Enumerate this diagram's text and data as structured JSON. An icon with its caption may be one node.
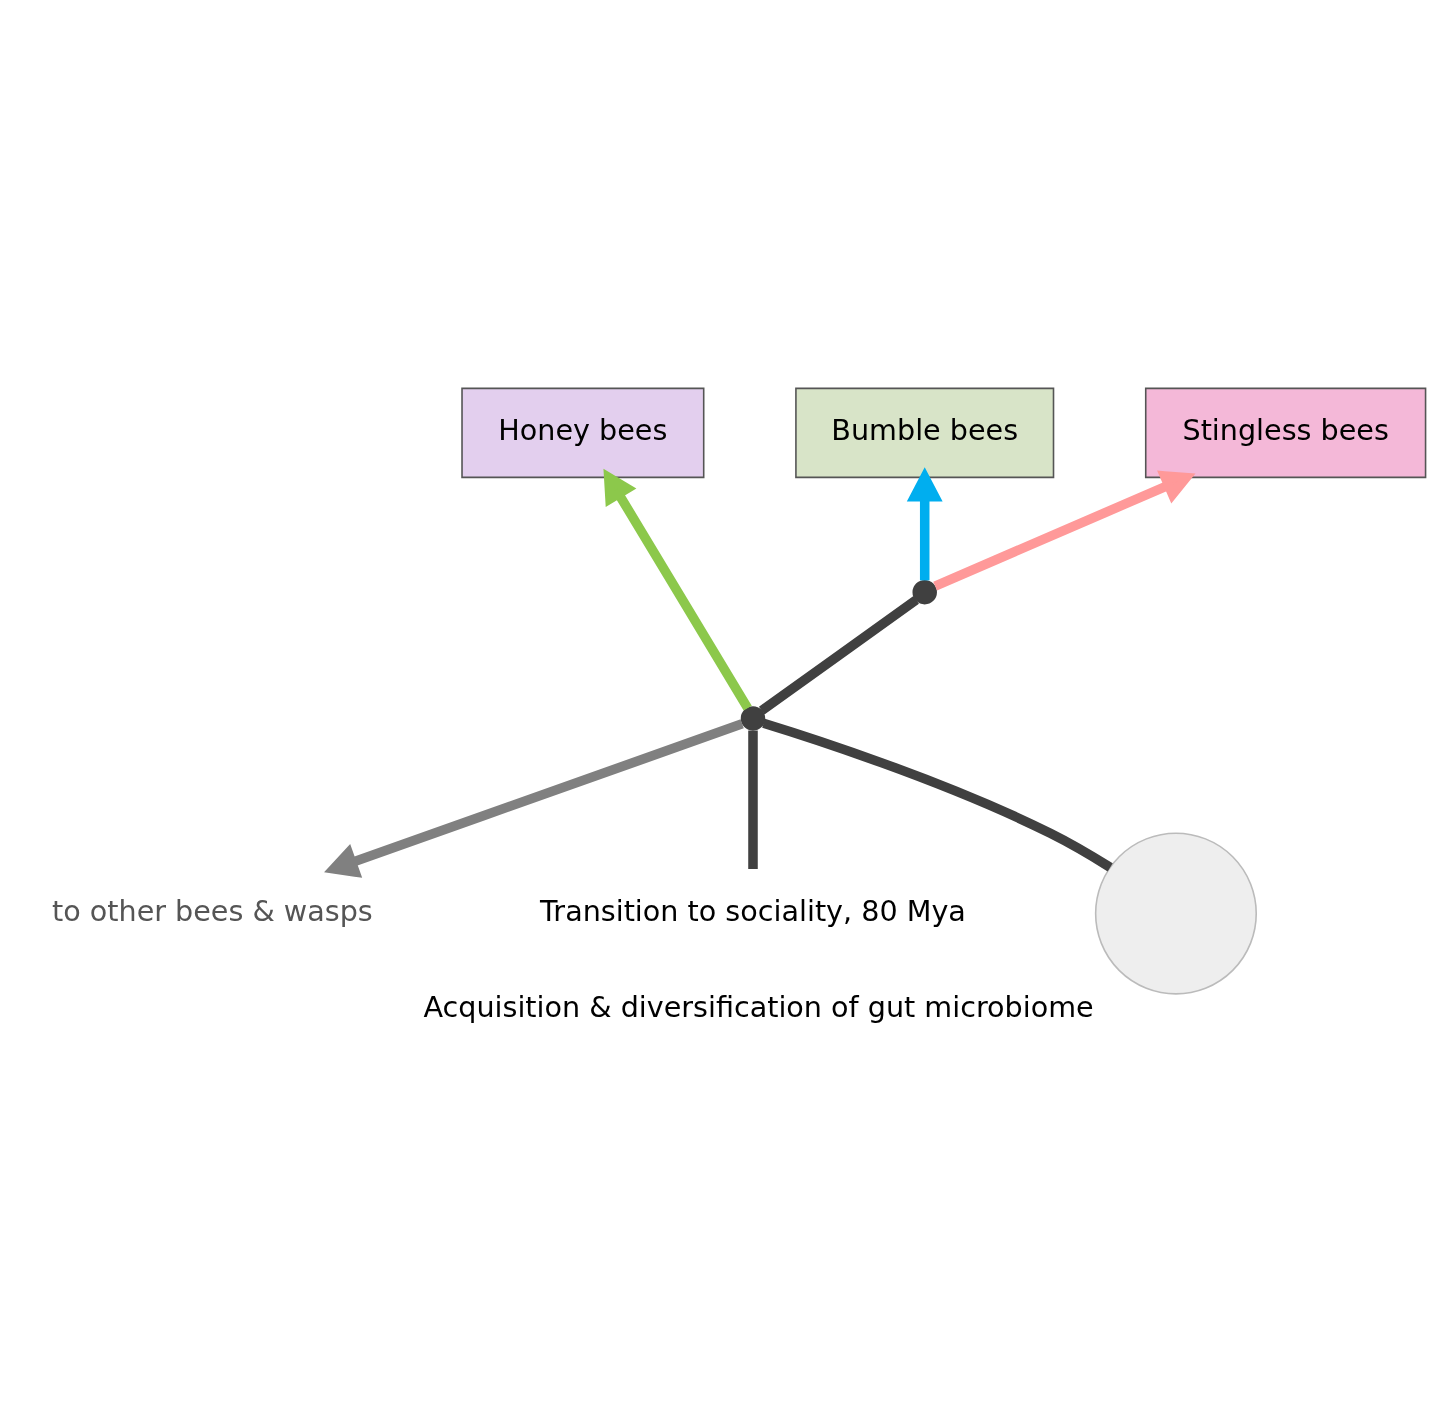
{
  "diagram": {
    "nodes": [
      {
        "text": [
          "Honey bees"
        ]
      },
      {
        "text": [
          "Bumble bees"
        ]
      },
      {
        "text": [
          "Stingless bees"
        ]
      },
      {
        "text": [],
        "shape": "point"
      },
      {
        "text": [],
        "shape": "point"
      },
      {
        "text": [
          "Transition to sociality, 80 Mya"
        ]
      },
      {
        "text": [],
        "shape": "circle",
        "beside": [
          "Acquisition & diversification of gut microbiome"
        ]
      },
      {
        "text": [
          "to other bees & wasps"
        ]
      }
    ],
    "edges": [
      {
        "from": 4,
        "to": 0,
        "arrow": "to",
        "color": "#8cc84b"
      },
      {
        "from": 4,
        "to": 3,
        "arrow": "none"
      },
      {
        "from": 3,
        "to": 1,
        "arrow": "to",
        "color": "#00aeef"
      },
      {
        "from": 3,
        "to": 2,
        "arrow": "to",
        "color": "#ff9999"
      },
      {
        "from": 5,
        "to": 4,
        "arrow": "none"
      },
      {
        "from": 6,
        "to": 4,
        "arrow": "none"
      },
      {
        "from": 4,
        "to": 7,
        "arrow": "to",
        "color": "#808080"
      }
    ]
  }
}
